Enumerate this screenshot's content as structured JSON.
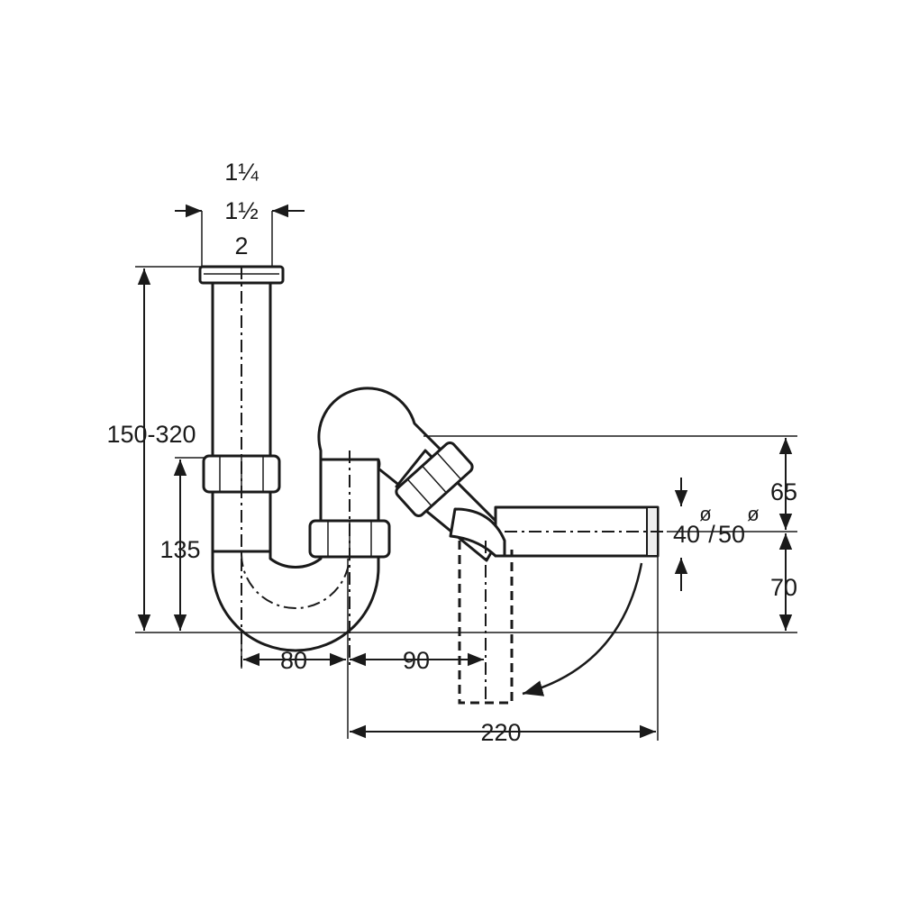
{
  "dimensions": {
    "inlet_sizes": [
      "1¼",
      "1½",
      "2"
    ],
    "total_height": "150-320",
    "lower_height": "135",
    "trap_offset": "80",
    "outlet_offset": "90",
    "overall_width": "220",
    "outlet_upper": "65",
    "outlet_lower": "70",
    "outlet_diameter_a": "40",
    "outlet_diameter_b": "50",
    "diameter_symbol": "ø"
  }
}
